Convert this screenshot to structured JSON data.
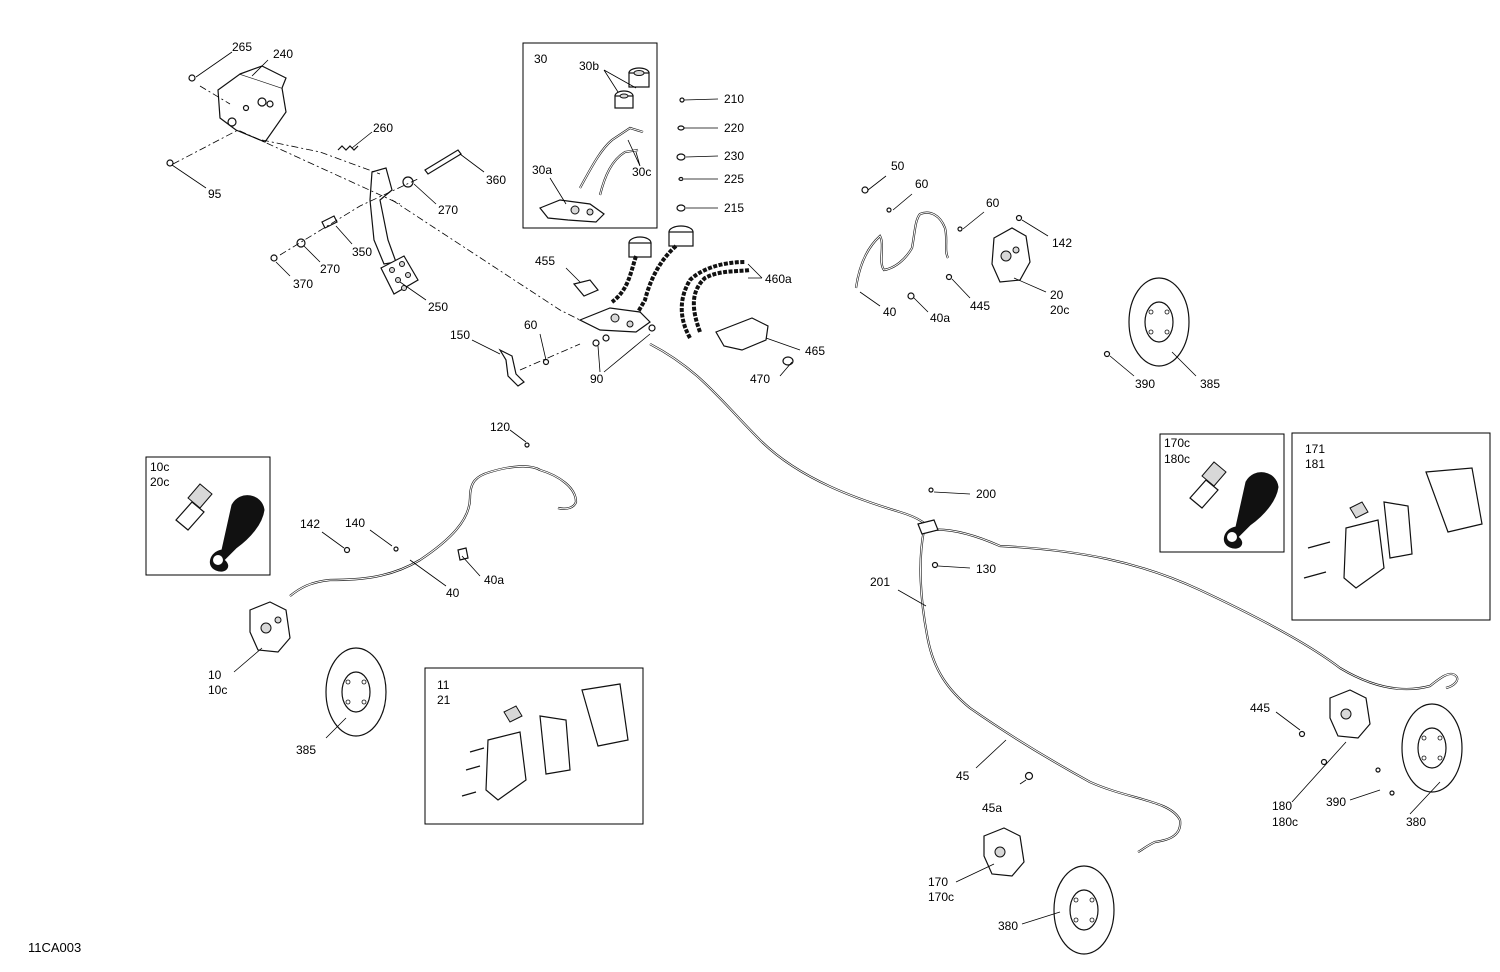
{
  "drawing_code": "11CA003",
  "callouts": [
    {
      "id": "265",
      "text": "265"
    },
    {
      "id": "240",
      "text": "240"
    },
    {
      "id": "260",
      "text": "260"
    },
    {
      "id": "95",
      "text": "95"
    },
    {
      "id": "360",
      "text": "360"
    },
    {
      "id": "270a",
      "text": "270"
    },
    {
      "id": "350",
      "text": "350"
    },
    {
      "id": "270b",
      "text": "270"
    },
    {
      "id": "370",
      "text": "370"
    },
    {
      "id": "250",
      "text": "250"
    },
    {
      "id": "150",
      "text": "150"
    },
    {
      "id": "60a",
      "text": "60"
    },
    {
      "id": "455",
      "text": "455"
    },
    {
      "id": "90",
      "text": "90"
    },
    {
      "id": "30",
      "text": "30"
    },
    {
      "id": "30b",
      "text": "30b"
    },
    {
      "id": "30a",
      "text": "30a"
    },
    {
      "id": "30c",
      "text": "30c"
    },
    {
      "id": "210",
      "text": "210"
    },
    {
      "id": "220",
      "text": "220"
    },
    {
      "id": "230",
      "text": "230"
    },
    {
      "id": "225",
      "text": "225"
    },
    {
      "id": "215",
      "text": "215"
    },
    {
      "id": "460a",
      "text": "460a"
    },
    {
      "id": "465",
      "text": "465"
    },
    {
      "id": "470",
      "text": "470"
    },
    {
      "id": "50",
      "text": "50"
    },
    {
      "id": "60b",
      "text": "60"
    },
    {
      "id": "60c",
      "text": "60"
    },
    {
      "id": "142a",
      "text": "142"
    },
    {
      "id": "40a_top",
      "text": "40"
    },
    {
      "id": "40a_sub",
      "text": "40a"
    },
    {
      "id": "445a",
      "text": "445"
    },
    {
      "id": "20",
      "text": "20"
    },
    {
      "id": "20c",
      "text": "20c"
    },
    {
      "id": "390a",
      "text": "390"
    },
    {
      "id": "385a",
      "text": "385"
    },
    {
      "id": "120",
      "text": "120"
    },
    {
      "id": "10c_box",
      "text": "10c"
    },
    {
      "id": "20c_box",
      "text": "20c"
    },
    {
      "id": "142b",
      "text": "142"
    },
    {
      "id": "140",
      "text": "140"
    },
    {
      "id": "40b",
      "text": "40"
    },
    {
      "id": "40a_b",
      "text": "40a"
    },
    {
      "id": "10",
      "text": "10"
    },
    {
      "id": "10c",
      "text": "10c"
    },
    {
      "id": "385b",
      "text": "385"
    },
    {
      "id": "11",
      "text": "11"
    },
    {
      "id": "21",
      "text": "21"
    },
    {
      "id": "200",
      "text": "200"
    },
    {
      "id": "130",
      "text": "130"
    },
    {
      "id": "201",
      "text": "201"
    },
    {
      "id": "170c_box",
      "text": "170c"
    },
    {
      "id": "180c_box",
      "text": "180c"
    },
    {
      "id": "171",
      "text": "171"
    },
    {
      "id": "181",
      "text": "181"
    },
    {
      "id": "445b",
      "text": "445"
    },
    {
      "id": "45",
      "text": "45"
    },
    {
      "id": "45a",
      "text": "45a"
    },
    {
      "id": "180",
      "text": "180"
    },
    {
      "id": "180c",
      "text": "180c"
    },
    {
      "id": "390b",
      "text": "390"
    },
    {
      "id": "380a",
      "text": "380"
    },
    {
      "id": "170",
      "text": "170"
    },
    {
      "id": "170c",
      "text": "170c"
    },
    {
      "id": "380b",
      "text": "380"
    }
  ]
}
